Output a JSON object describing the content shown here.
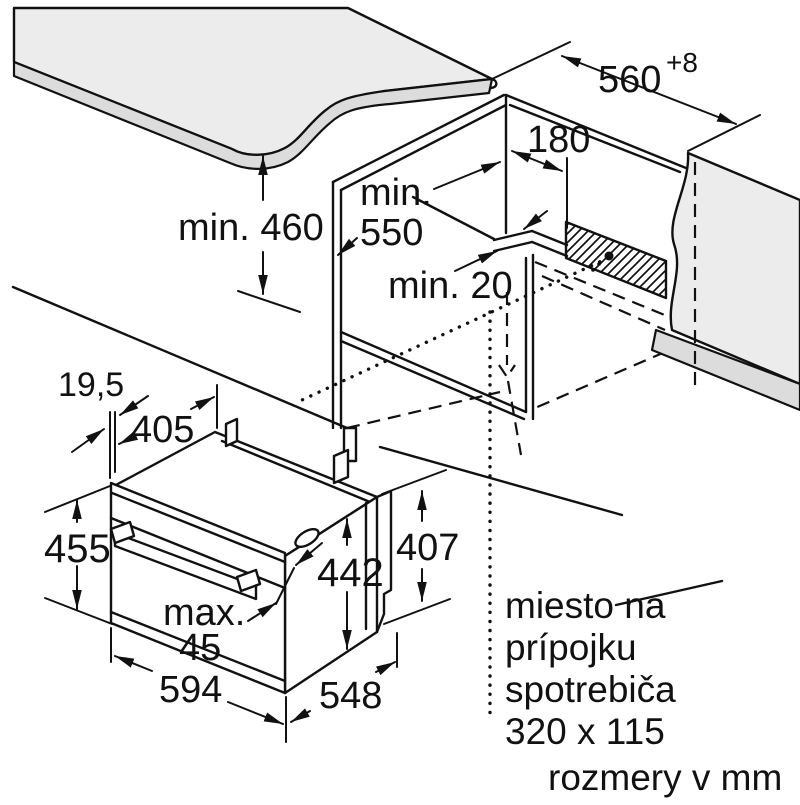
{
  "figure": {
    "kind": "built-in appliance installation diagram",
    "units_note": "rozmery v mm",
    "connection_area": {
      "line1": "miesto na",
      "line2": "prípojku",
      "line3": "spotrebiča",
      "line4": "320 x 115"
    },
    "niche": {
      "width_value": "560",
      "width_tolerance": "+8",
      "connection_offset": "180",
      "depth_line1": "min.",
      "depth_line2": "550",
      "height": "min. 460",
      "rear_clearance": "min. 20"
    },
    "appliance": {
      "front_frame_thickness": "19,5",
      "top_depth": "405",
      "front_height": "455",
      "body_height": "442",
      "rear_height": "407",
      "door_protrusion_line1": "max.",
      "door_protrusion_line2": "45",
      "width": "594",
      "body_depth": "548"
    },
    "colors": {
      "line": "#111111",
      "panel_fill": "#ececec",
      "panel_edge_fill": "#dcdcdc"
    }
  }
}
